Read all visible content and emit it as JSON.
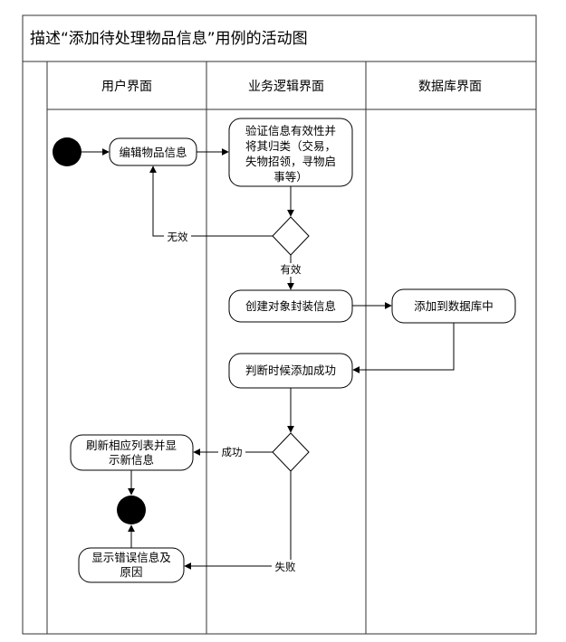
{
  "title": "描述“添加待处理物品信息”用例的活动图",
  "lanes": [
    "用户界面",
    "业务逻辑界面",
    "数据库界面"
  ],
  "nodes": {
    "edit_item": "编辑物品信息",
    "validate_l1": "验证信息有效性并",
    "validate_l2": "将其归类（交易，",
    "validate_l3": "失物招领，寻物启",
    "validate_l4": "事等）",
    "create_object": "创建对象封装信息",
    "add_to_db": "添加到数据库中",
    "judge_success": "判断时候添加成功",
    "refresh_l1": "刷新相应列表并显",
    "refresh_l2": "示新信息",
    "error_l1": "显示错误信息及",
    "error_l2": "原因"
  },
  "edge_labels": {
    "invalid": "无效",
    "valid": "有效",
    "success": "成功",
    "fail": "失败"
  }
}
